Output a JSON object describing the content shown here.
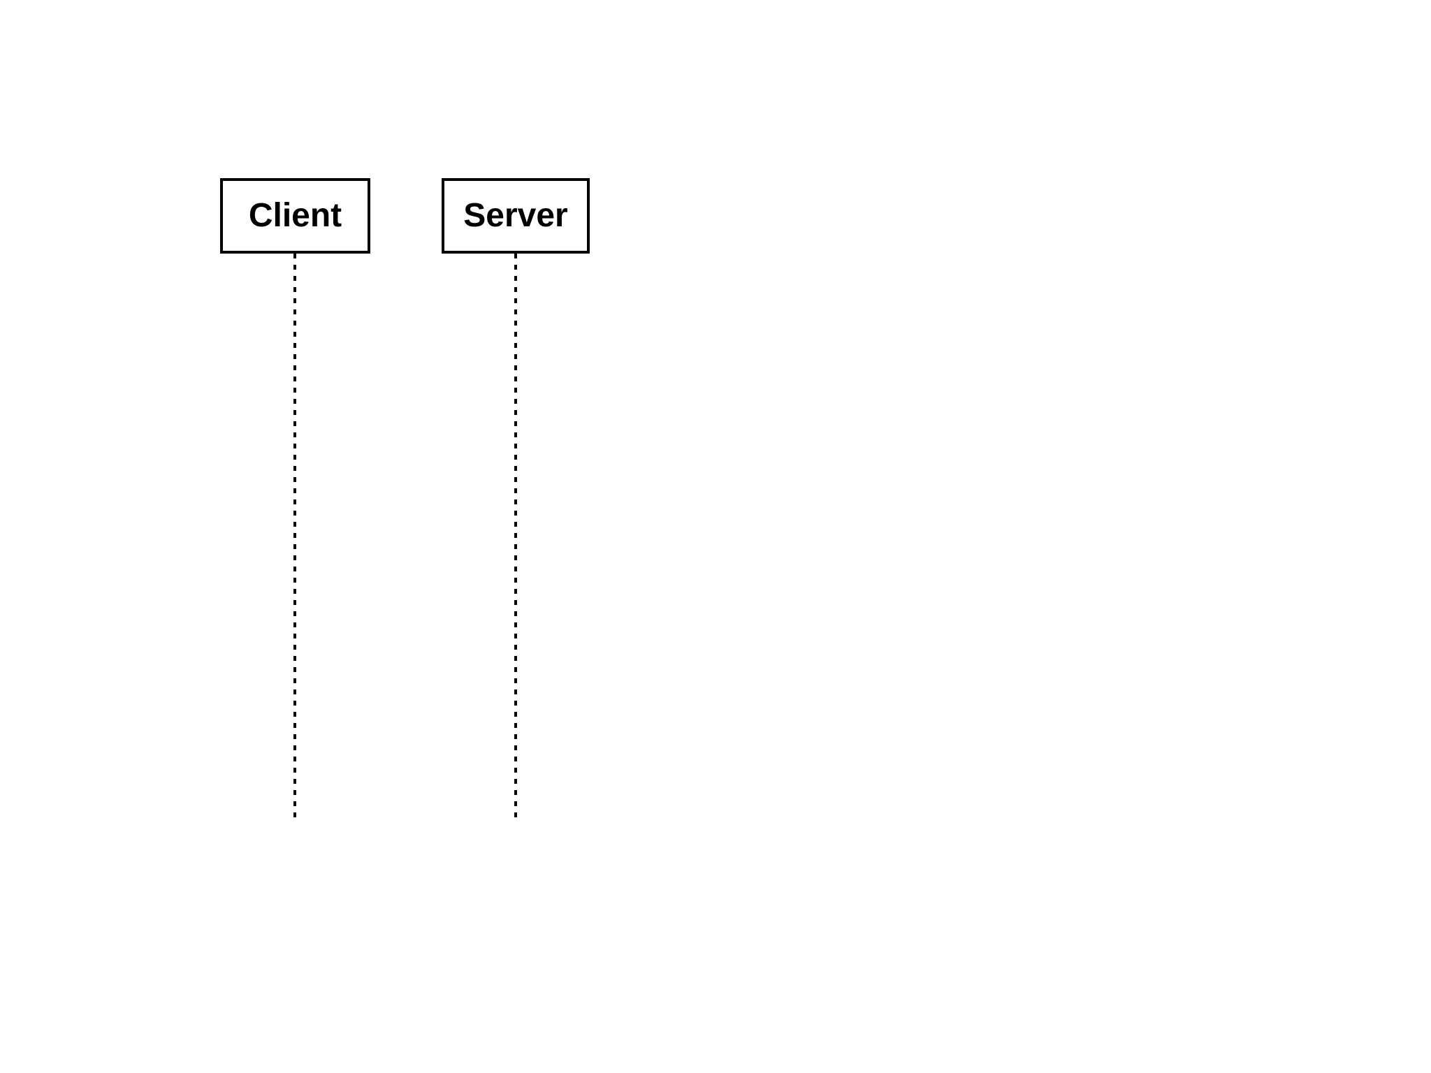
{
  "diagram": {
    "type": "sequence-diagram",
    "actors": [
      {
        "id": "client",
        "label": "Client"
      },
      {
        "id": "server",
        "label": "Server"
      }
    ],
    "colors": {
      "foreground": "#000000",
      "background": "#ffffff"
    }
  }
}
